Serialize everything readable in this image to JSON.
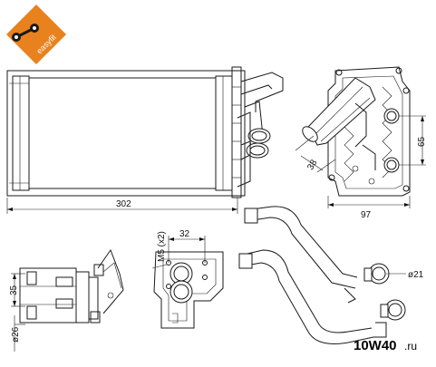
{
  "logo": {
    "text": "easyfit",
    "color": "#e8821e"
  },
  "dimensions": {
    "length": "302",
    "width": "97",
    "pipe_spacing": "65",
    "depth": "38",
    "flange_spacing": "32",
    "thread": "M5 (x2)",
    "pipe_outer": "ø21",
    "pipe_height": "35",
    "pipe_diameter": "ø26"
  },
  "watermark": {
    "text": "10W40",
    "suffix": ".ru"
  }
}
